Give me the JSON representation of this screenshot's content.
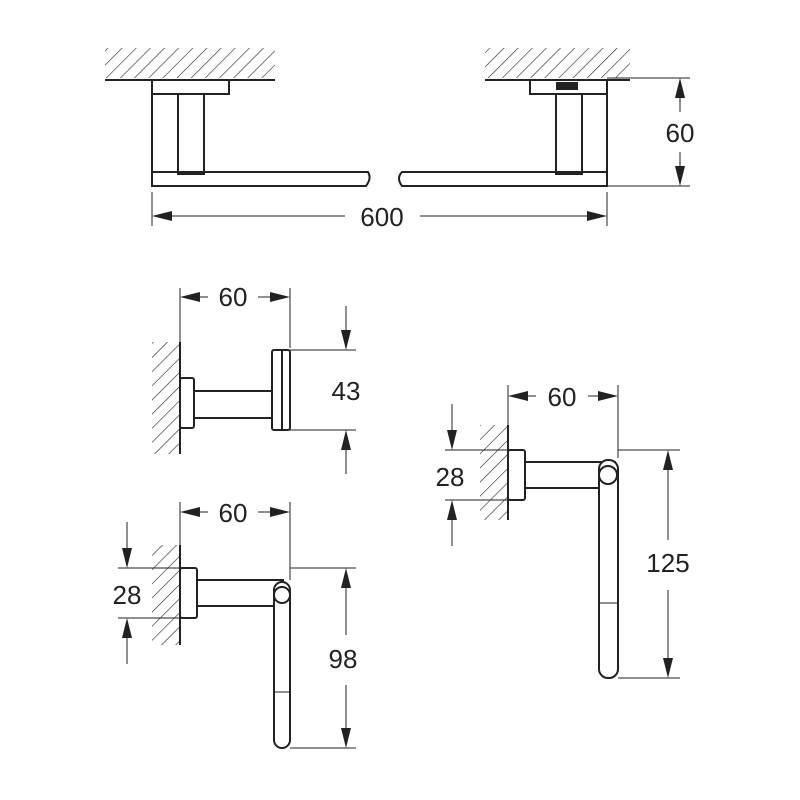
{
  "colors": {
    "line": "#222222",
    "background": "#ffffff"
  },
  "top_view": {
    "dim_width": "600",
    "dim_height": "60"
  },
  "hook_view": {
    "dim_depth": "60",
    "dim_height": "43"
  },
  "holder_small": {
    "dim_depth": "60",
    "dim_base": "28",
    "dim_length": "98"
  },
  "holder_large": {
    "dim_depth": "60",
    "dim_base": "28",
    "dim_length": "125"
  }
}
